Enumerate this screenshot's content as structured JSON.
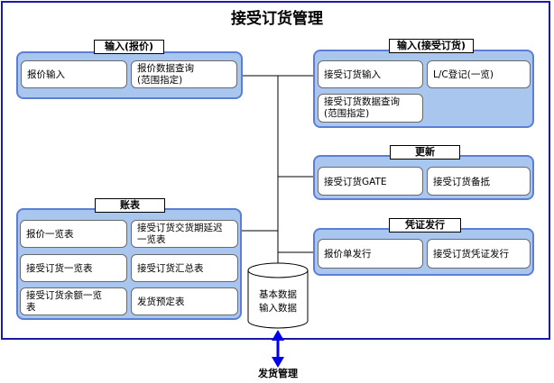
{
  "title": "接受订货管理",
  "footer_label": "发货管理",
  "database": {
    "line1": "基本数据",
    "line2": "输入数据"
  },
  "groups": {
    "input_quote": {
      "title": "输入(报价)",
      "items": [
        "报价输入",
        "报价数据查询\n(范围指定)"
      ]
    },
    "input_order": {
      "title": "输入(接受订货)",
      "items": [
        "接受订货输入",
        "L/C登记(一览)",
        "接受订货数据查询\n(范围指定)"
      ]
    },
    "update": {
      "title": "更新",
      "items": [
        "接受订货GATE",
        "接受订货备抵"
      ]
    },
    "voucher": {
      "title": "凭证发行",
      "items": [
        "报价单发行",
        "接受订货凭证发行"
      ]
    },
    "reports": {
      "title": "账表",
      "items": [
        "报价一览表",
        "接受订货交货期延迟\n一览表",
        "接受订货一览表",
        "接受订货汇总表",
        "接受订货余额一览\n表",
        "发货预定表"
      ]
    }
  },
  "colors": {
    "frame": "#1a1aa6",
    "group_fill": "#a9c7ee",
    "group_border": "#5b7fd6",
    "arrow": "#0000ee"
  }
}
